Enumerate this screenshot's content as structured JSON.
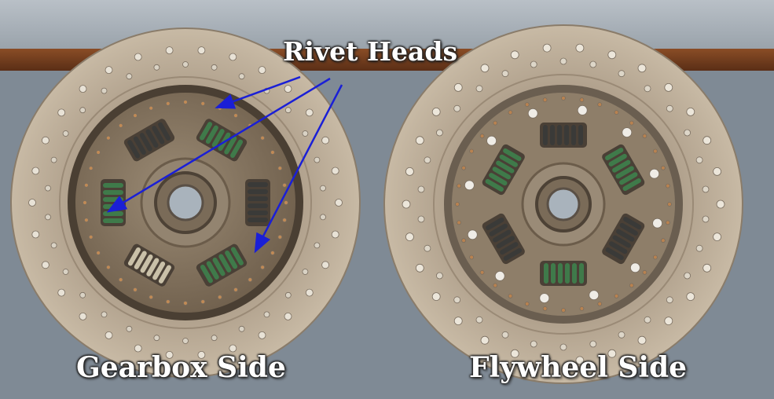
{
  "labels": {
    "rivet_heads": "Rivet Heads",
    "gearbox_side": "Gearbox Side",
    "flywheel_side": "Flywheel Side"
  },
  "discs": [
    {
      "id": "gearbox",
      "springs": 6
    },
    {
      "id": "flywheel",
      "springs": 6
    }
  ],
  "colors": {
    "carpet": "#7f8a95",
    "wood": "#6b3a1e",
    "friction_lining": "#b9aa95",
    "hub_plate": "#8b7a64",
    "spring_green": "#3f7a4a",
    "spring_dark": "#3a3a38",
    "arrow": "#1a1fd6",
    "label_text": "#ffffff"
  }
}
